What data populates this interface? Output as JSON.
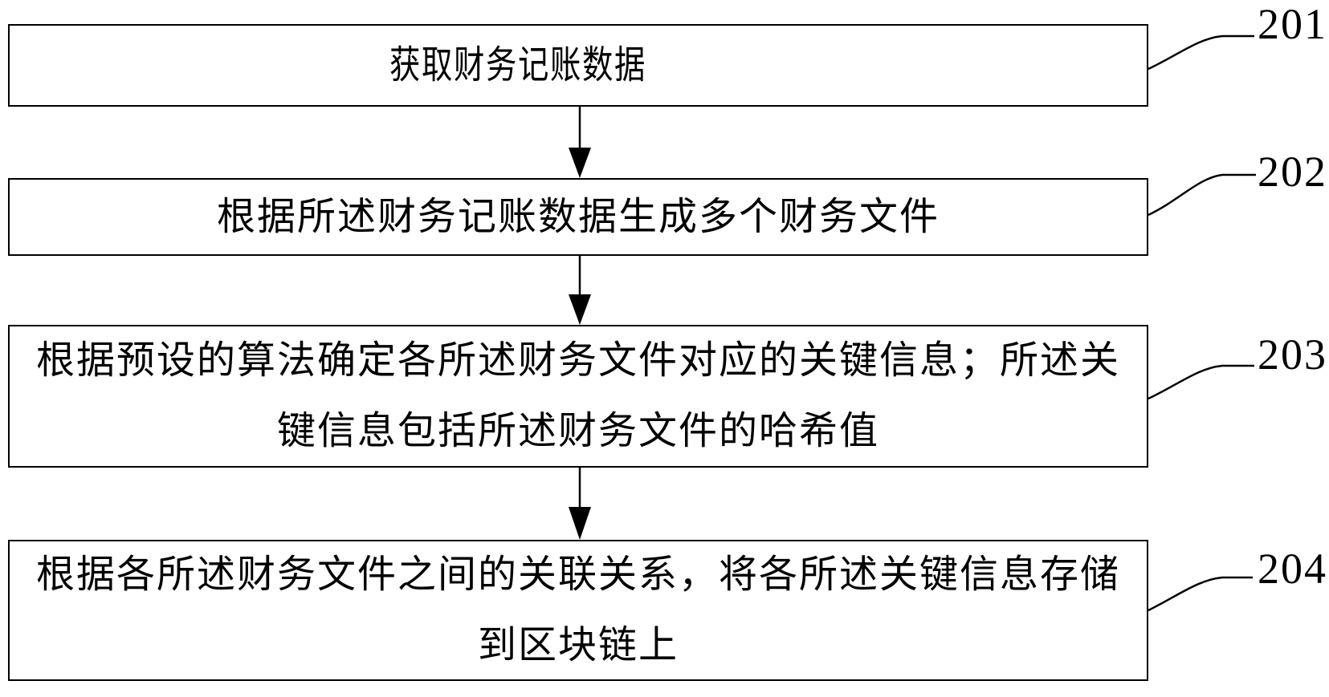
{
  "diagram": {
    "type": "flowchart",
    "colors": {
      "background": "#ffffff",
      "stroke": "#000000",
      "text": "#000000"
    },
    "steps": [
      {
        "ref": "201",
        "lines": [
          "获取财务记账数据"
        ]
      },
      {
        "ref": "202",
        "lines": [
          "根据所述财务记账数据生成多个财务文件"
        ]
      },
      {
        "ref": "203",
        "lines": [
          "根据预设的算法确定各所述财务文件对应的关键信息；所述关",
          "键信息包括所述财务文件的哈希值"
        ]
      },
      {
        "ref": "204",
        "lines": [
          "根据各所述财务文件之间的关联关系，将各所述关键信息存储",
          "到区块链上"
        ]
      }
    ],
    "connections": [
      {
        "from": "201",
        "to": "202",
        "style": "arrow-down"
      },
      {
        "from": "202",
        "to": "203",
        "style": "arrow-down"
      },
      {
        "from": "203",
        "to": "204",
        "style": "arrow-down"
      }
    ]
  }
}
